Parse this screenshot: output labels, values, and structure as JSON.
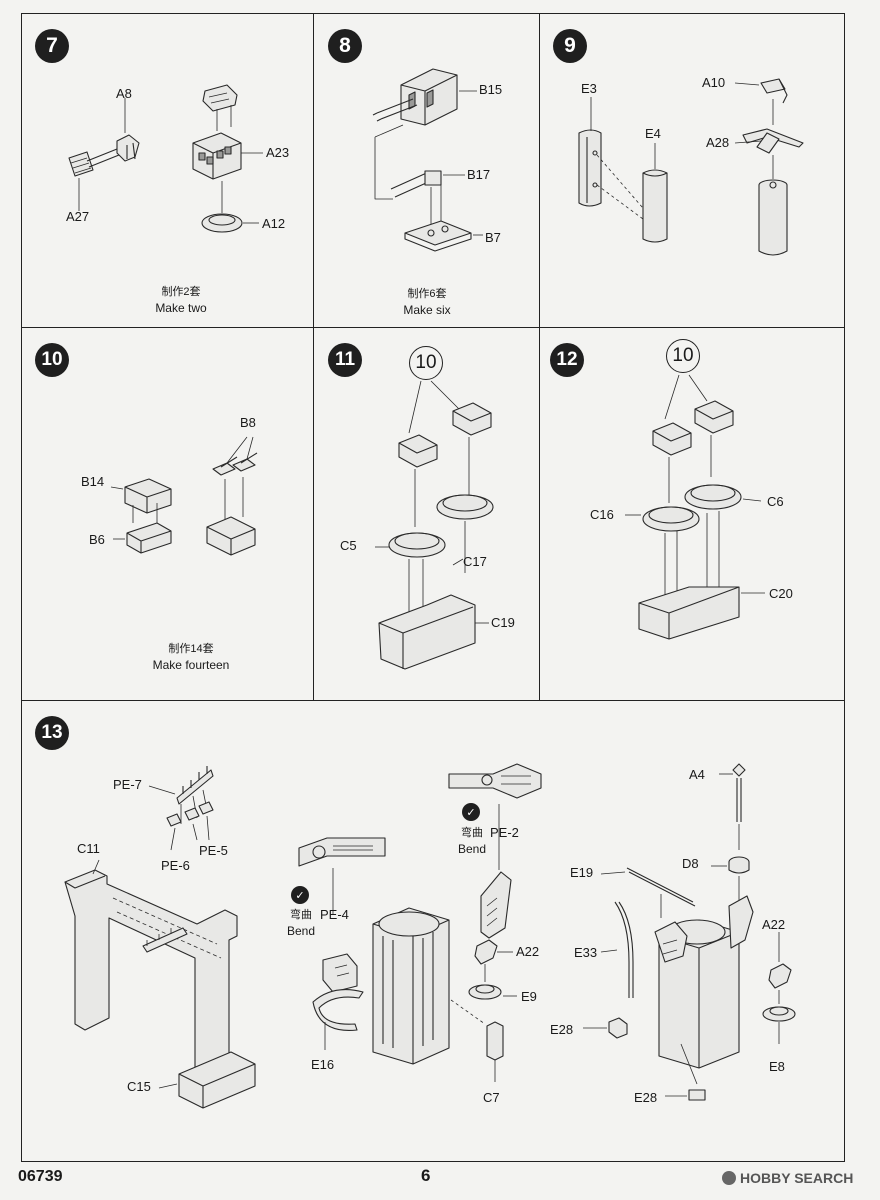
{
  "steps": {
    "s7": {
      "number": "7",
      "labels": {
        "a8": "A8",
        "a23": "A23",
        "a27": "A27",
        "a12": "A12"
      },
      "note_cn": "制作2套",
      "note_en": "Make two"
    },
    "s8": {
      "number": "8",
      "labels": {
        "b15": "B15",
        "b17": "B17",
        "b7": "B7"
      },
      "note_cn": "制作6套",
      "note_en": "Make six"
    },
    "s9": {
      "number": "9",
      "labels": {
        "e3": "E3",
        "e4": "E4",
        "a10": "A10",
        "a28": "A28"
      }
    },
    "s10": {
      "number": "10",
      "labels": {
        "b8": "B8",
        "b14": "B14",
        "b6": "B6"
      },
      "note_cn": "制作14套",
      "note_en": "Make fourteen"
    },
    "s11": {
      "number": "11",
      "ref": "10",
      "labels": {
        "c5": "C5",
        "c17": "C17",
        "c19": "C19"
      }
    },
    "s12": {
      "number": "12",
      "ref": "10",
      "labels": {
        "c16": "C16",
        "c6": "C6",
        "c20": "C20"
      }
    },
    "s13": {
      "number": "13",
      "labels": {
        "pe7": "PE-7",
        "pe5": "PE-5",
        "pe6": "PE-6",
        "c11": "C11",
        "c15": "C15",
        "pe4": "PE-4",
        "pe2": "PE-2",
        "e16": "E16",
        "a22a": "A22",
        "e9": "E9",
        "c7": "C7",
        "a4": "A4",
        "d8": "D8",
        "e19": "E19",
        "e33": "E33",
        "a22b": "A22",
        "e28a": "E28",
        "e28b": "E28",
        "e8": "E8"
      },
      "bend_cn": "弯曲",
      "bend_en": "Bend"
    }
  },
  "footer": {
    "code": "06739",
    "page": "6",
    "watermark": "HOBBY SEARCH"
  }
}
